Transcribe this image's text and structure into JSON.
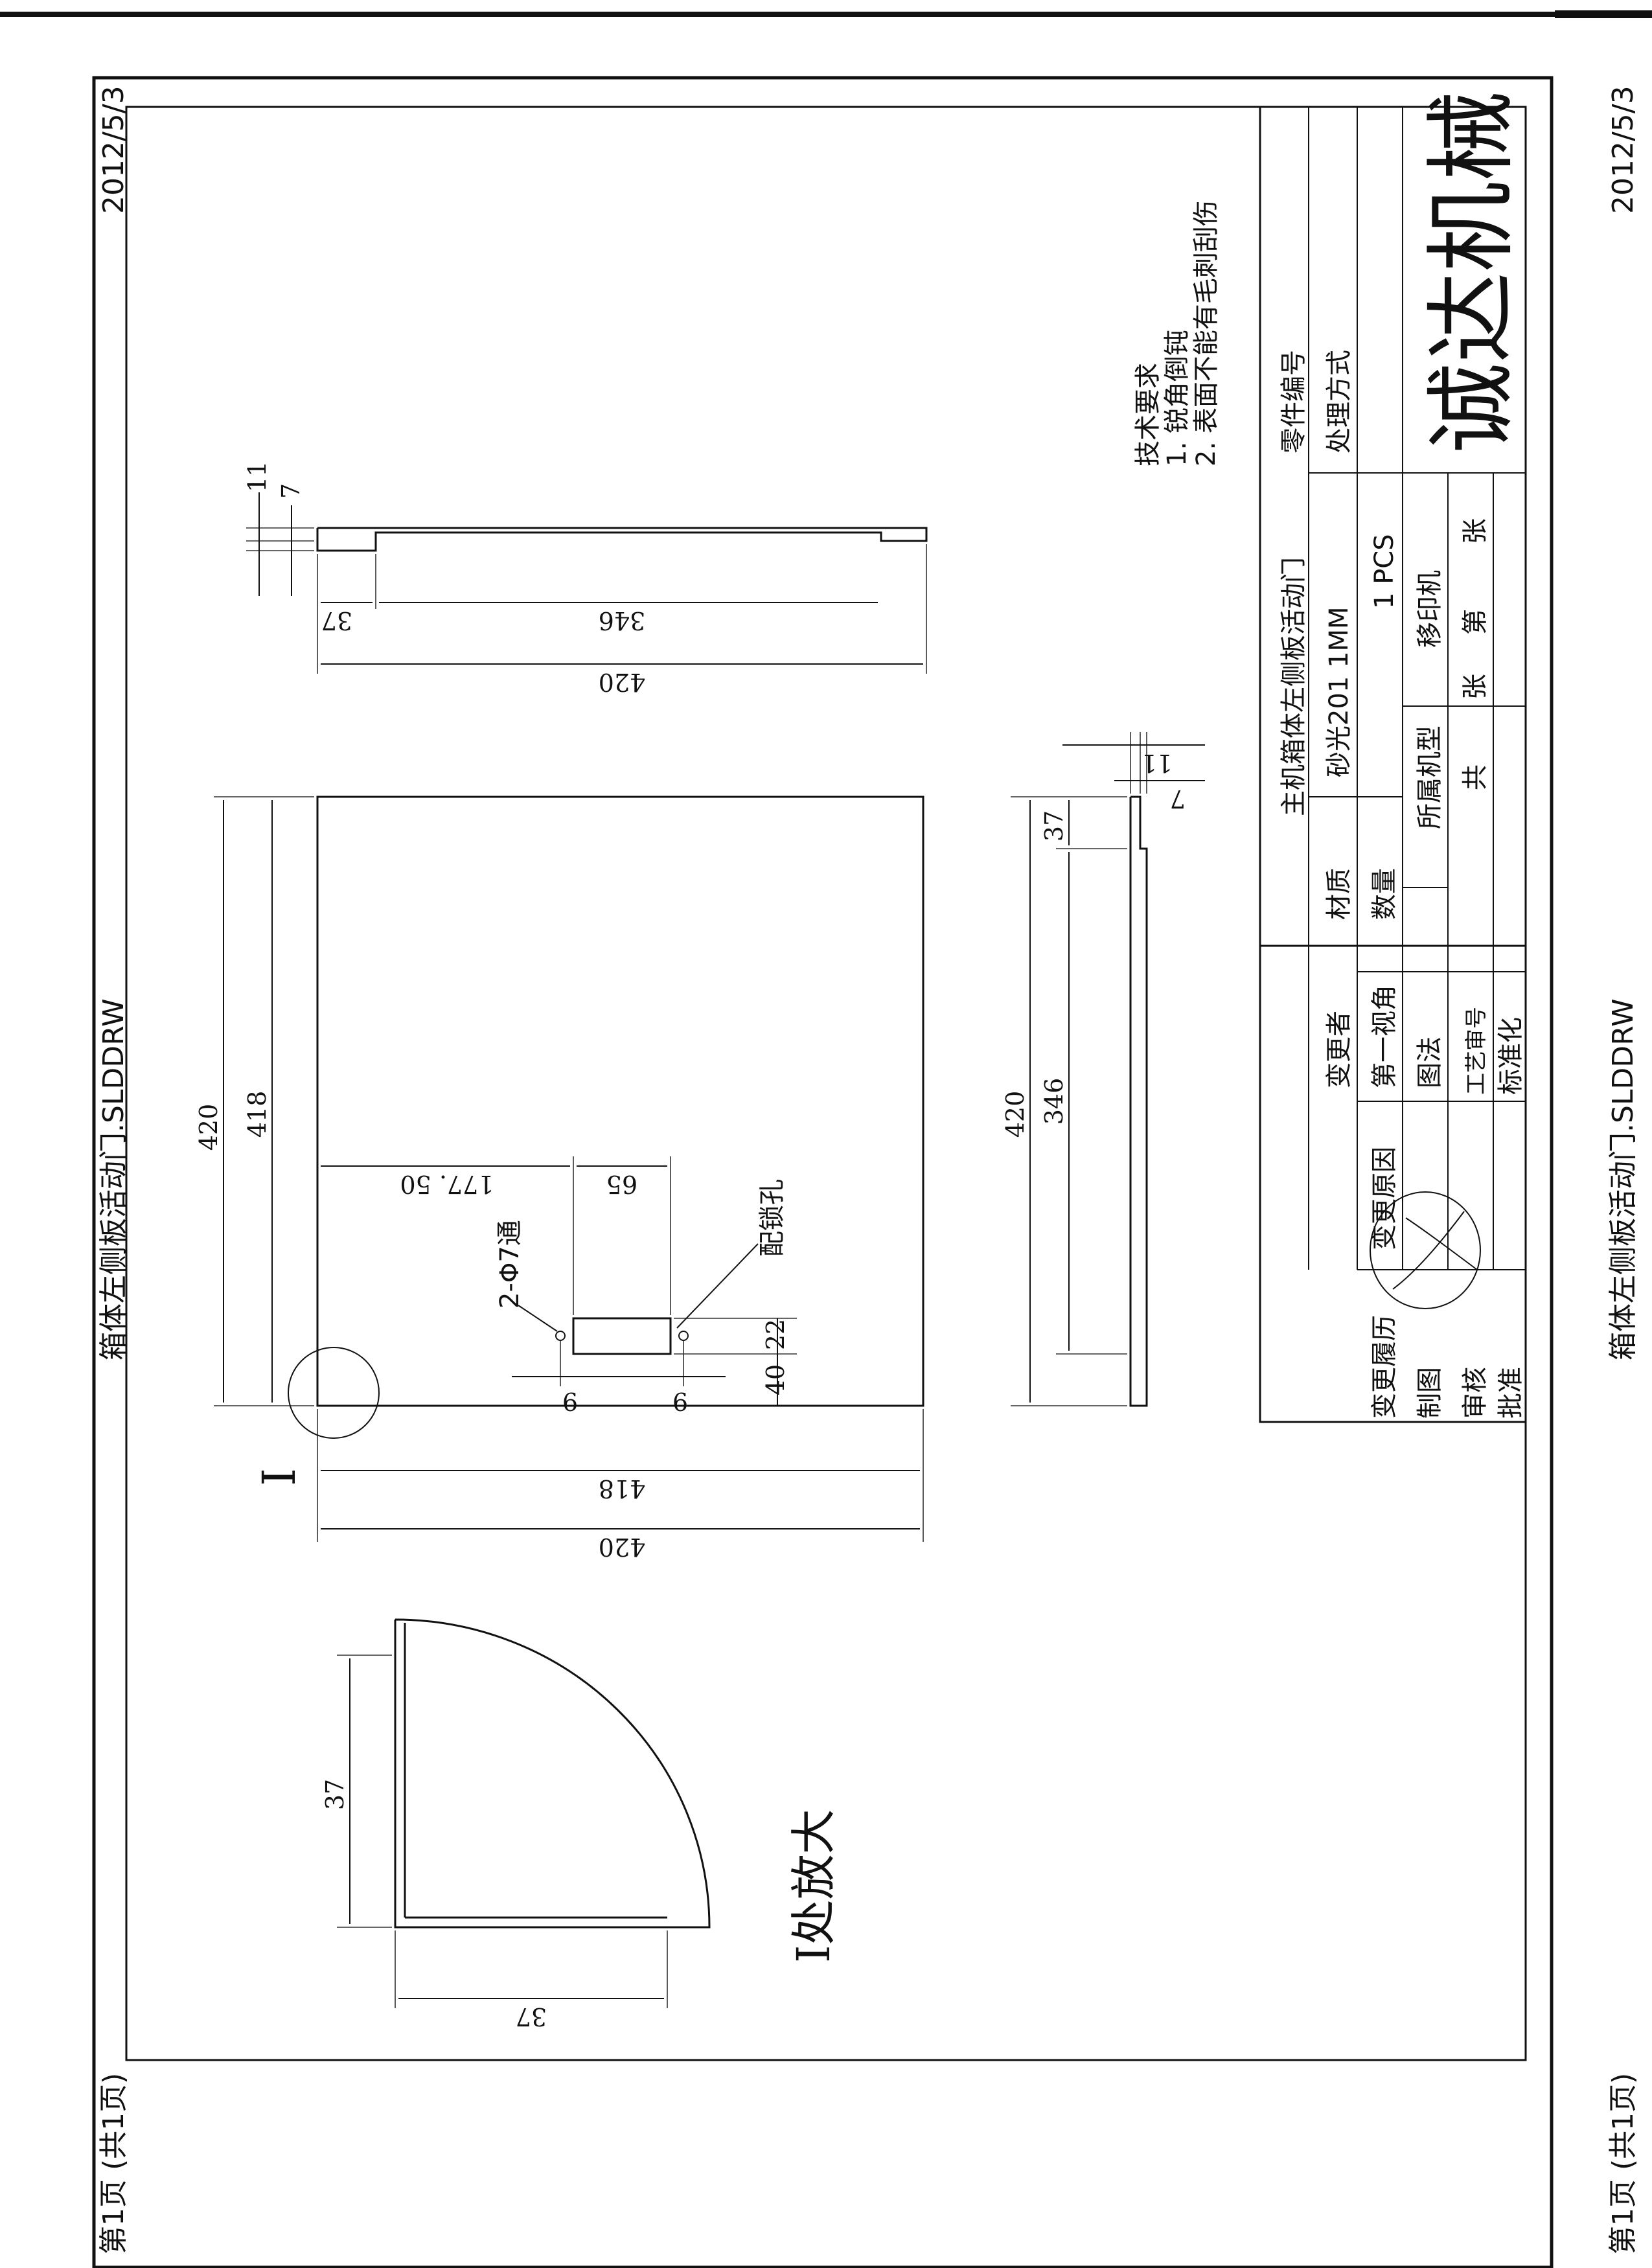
{
  "page": {
    "date_top": "2012/5/3",
    "date_bottom": "2012/5/3",
    "file_top": "箱体左侧板活动门.SLDDRW",
    "file_bottom": "箱体左侧板活动门.SLDDRW",
    "page_top": "第1页 (共1页)",
    "page_bottom": "第1页 (共1页)"
  },
  "notes": {
    "title": "技术要求",
    "line1": "1. 锐角倒钝",
    "line2": "2. 表面不能有毛刺刮伤"
  },
  "front_view": {
    "dim_420_v": "420",
    "dim_418_v": "418",
    "dim_418_h": "418",
    "dim_420_h": "420",
    "dim_177_5": "177. 50",
    "dim_65": "65",
    "dim_22": "22",
    "dim_40": "40",
    "dim_9a": "9",
    "dim_9b": "9",
    "hole_callout": "2-Φ7通",
    "lock_callout": "配锁孔",
    "detail_marker": "I"
  },
  "top_view": {
    "dim_11": "11",
    "dim_7": "7",
    "dim_37": "37",
    "dim_346": "346",
    "dim_420": "420"
  },
  "side_view": {
    "dim_420": "420",
    "dim_346": "346",
    "dim_37": "37",
    "dim_11": "11",
    "dim_7": "7"
  },
  "detail_view": {
    "label": "I处放大",
    "dim_37_v": "37",
    "dim_37_h": "37"
  },
  "title_block": {
    "part_name": "主机箱体左侧板活动门",
    "part_no_label": "零件编号",
    "material_label": "材质",
    "material_value": "砂光201  1MM",
    "process_label": "处理方式",
    "qty_label": "数量",
    "qty_value": "1 PCS",
    "machine_label": "所属机型",
    "machine_value": "移印机",
    "sheets_gong": "共",
    "sheets_zhang1": "张",
    "sheets_di": "第",
    "sheets_zhang2": "张",
    "brand": "诚达机械",
    "rev_mark": "变更履历",
    "rev_reason": "变更原因",
    "rev_by": "变更者",
    "draw_label": "制图",
    "scale_label": "图法",
    "projection": "第一视角",
    "check_label": "审核",
    "craft_label": "工艺审号",
    "approve_label": "批准",
    "std_label": "标准化"
  }
}
